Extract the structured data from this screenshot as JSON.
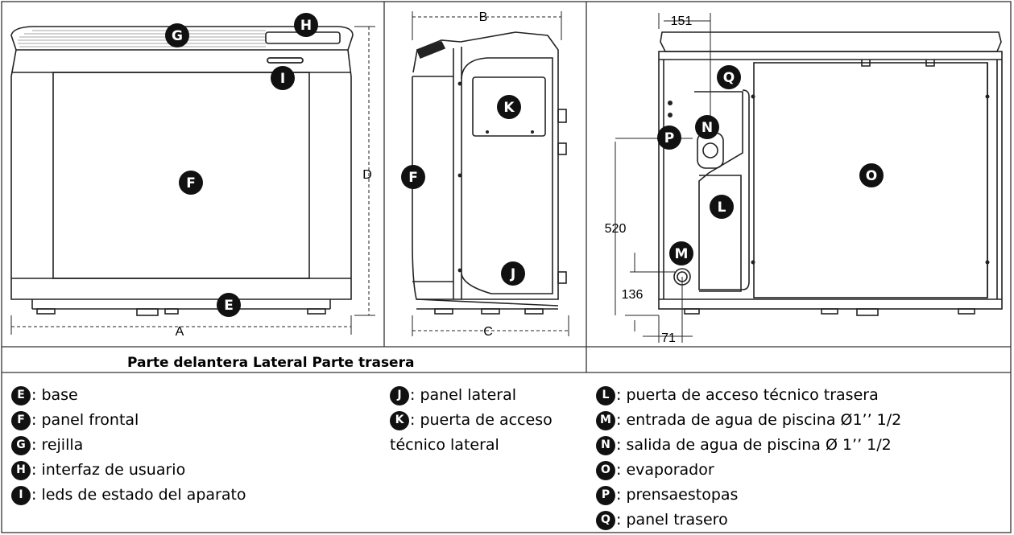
{
  "caption": "Parte delantera Lateral Parte trasera",
  "dimensions": {
    "A": "A",
    "B": "B",
    "C": "C",
    "D": "D",
    "top_rear": "151",
    "height_rear": "520",
    "low_rear": "136",
    "side_rear": "71"
  },
  "markers": {
    "front": [
      "G",
      "H",
      "I",
      "F",
      "E"
    ],
    "side": [
      "K",
      "F",
      "J"
    ],
    "rear": [
      "Q",
      "N",
      "P",
      "O",
      "L",
      "M"
    ]
  },
  "legend": {
    "col1": [
      {
        "letter": "E",
        "text": ": base"
      },
      {
        "letter": "F",
        "text": ": panel frontal"
      },
      {
        "letter": "G",
        "text": ": rejilla"
      },
      {
        "letter": "H",
        "text": ": interfaz de usuario"
      },
      {
        "letter": "I",
        "text": ": leds de estado del aparato"
      }
    ],
    "col2": [
      {
        "letter": "J",
        "text": ": panel lateral"
      },
      {
        "letter": "K",
        "text": ": puerta de acceso"
      }
    ],
    "col2_continuation": "técnico lateral",
    "col3": [
      {
        "letter": "L",
        "text": ": puerta de acceso técnico trasera"
      },
      {
        "letter": "M",
        "text": ": entrada de agua de piscina Ø1’’ 1/2"
      },
      {
        "letter": "N",
        "text": ": salida de agua de piscina Ø 1’’ 1/2"
      },
      {
        "letter": "O",
        "text": ": evaporador"
      },
      {
        "letter": "P",
        "text": ": prensaestopas"
      },
      {
        "letter": "Q",
        "text": ": panel trasero"
      }
    ]
  }
}
